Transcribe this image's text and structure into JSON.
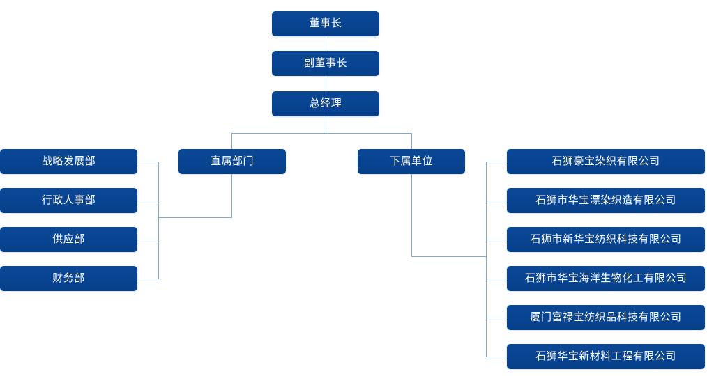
{
  "chart": {
    "type": "org-chart",
    "title": "",
    "background_color": "#ffffff",
    "node_color": "#084491",
    "node_text_color": "#ffffff",
    "connector_color": "#7fa8d4"
  },
  "top_chain": [
    {
      "id": "chairman",
      "label": "董事长"
    },
    {
      "id": "vice-chairman",
      "label": "副董事长"
    },
    {
      "id": "general-manager",
      "label": "总经理"
    }
  ],
  "branches": [
    {
      "id": "direct-departments",
      "label": "直属部门"
    },
    {
      "id": "subordinate-units",
      "label": "下属单位"
    }
  ],
  "departments": [
    {
      "id": "strategy-development",
      "label": "战略发展部"
    },
    {
      "id": "administration-hr",
      "label": "行政人事部"
    },
    {
      "id": "supply",
      "label": "供应部"
    },
    {
      "id": "finance",
      "label": "财务部"
    }
  ],
  "subsidiaries": [
    {
      "id": "haobao-dyeing",
      "label": "石狮豪宝染织有限公司"
    },
    {
      "id": "huabao-bleach-weave",
      "label": "石狮市华宝漂染织造有限公司"
    },
    {
      "id": "xinhuabao-textile",
      "label": "石狮市新华宝纺织科技有限公司"
    },
    {
      "id": "huabao-marine-chem",
      "label": "石狮市华宝海洋生物化工有限公司"
    },
    {
      "id": "fulubao-textile",
      "label": "厦门富禄宝纺织品科技有限公司"
    },
    {
      "id": "huabao-new-materials",
      "label": "石狮华宝新材料工程有限公司"
    }
  ]
}
